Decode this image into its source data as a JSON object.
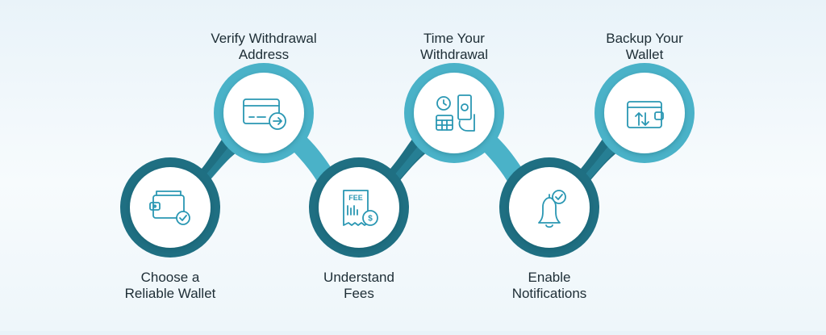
{
  "colors": {
    "dark_teal": "#1f6f82",
    "light_teal": "#4ab2c8",
    "icon_stroke": "#2a97b3",
    "circle_fill": "#ffffff",
    "text": "#1d2d35"
  },
  "steps": [
    {
      "line1": "Choose a",
      "line2": "Reliable Wallet",
      "icon": "wallet-check-icon",
      "ring": "dark"
    },
    {
      "line1": "Verify Withdrawal",
      "line2": "Address",
      "icon": "card-arrow-icon",
      "ring": "light"
    },
    {
      "line1": "Understand",
      "line2": "Fees",
      "icon": "fee-receipt-icon",
      "ring": "dark"
    },
    {
      "line1": "Time Your",
      "line2": "Withdrawal",
      "icon": "clock-calendar-cash-icon",
      "ring": "light"
    },
    {
      "line1": "Enable",
      "line2": "Notifications",
      "icon": "bell-check-icon",
      "ring": "dark"
    },
    {
      "line1": "Backup Your",
      "line2": "Wallet",
      "icon": "wallet-transfer-icon",
      "ring": "light"
    }
  ],
  "icon_text": {
    "fee": "FEE",
    "dollar": "$"
  }
}
